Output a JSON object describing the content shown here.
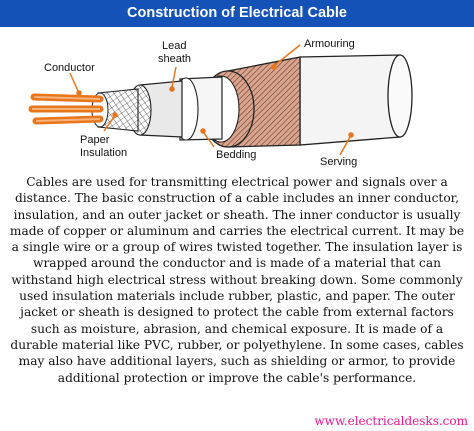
{
  "header": {
    "title": "Construction of Electrical Cable"
  },
  "diagram": {
    "labels": {
      "conductor": "Conductor",
      "lead_sheath_line1": "Lead",
      "lead_sheath_line2": "sheath",
      "armouring": "Armouring",
      "paper_insulation_line1": "Paper",
      "paper_insulation_line2": "Insulation",
      "bedding": "Bedding",
      "serving": "Serving"
    },
    "colors": {
      "conductor": "#e8761c",
      "leader_lines": "#e8761c",
      "armouring_fill": "#c98f7a",
      "sheath": "#f2f2f2"
    }
  },
  "description": "Cables are used for transmitting electrical power and signals over a distance. The basic construction of a cable includes an inner conductor, insulation, and an outer jacket or sheath. The inner conductor is usually made of copper or aluminum and carries the electrical current. It may be a single wire or a group of wires twisted together. The insulation layer is wrapped around the conductor and is made of a material that can withstand high electrical stress without breaking down. Some commonly used insulation materials include rubber, plastic, and paper. The outer jacket or sheath is designed to protect the cable from external factors such as moisture, abrasion, and chemical exposure. It is made of a durable material like PVC, rubber, or polyethylene. In some cases, cables may also have additional layers, such as shielding or armor, to provide additional protection or improve the cable's performance.",
  "footer": {
    "website": "www.electricaldesks.com"
  }
}
